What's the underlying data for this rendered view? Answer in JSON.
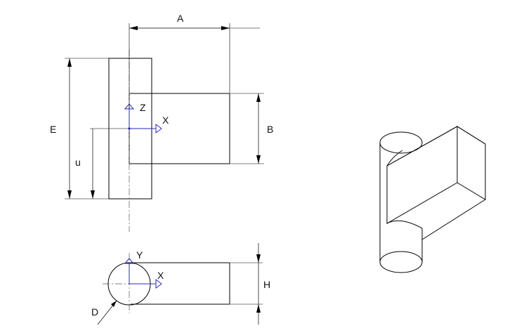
{
  "dimensions": {
    "A": "A",
    "B": "B",
    "E": "E",
    "u": "u",
    "H": "H",
    "D": "D"
  },
  "axes": {
    "x": "X",
    "y": "Y",
    "z": "Z"
  },
  "colors": {
    "line": "#000000",
    "axis": "#2a2ab8"
  }
}
